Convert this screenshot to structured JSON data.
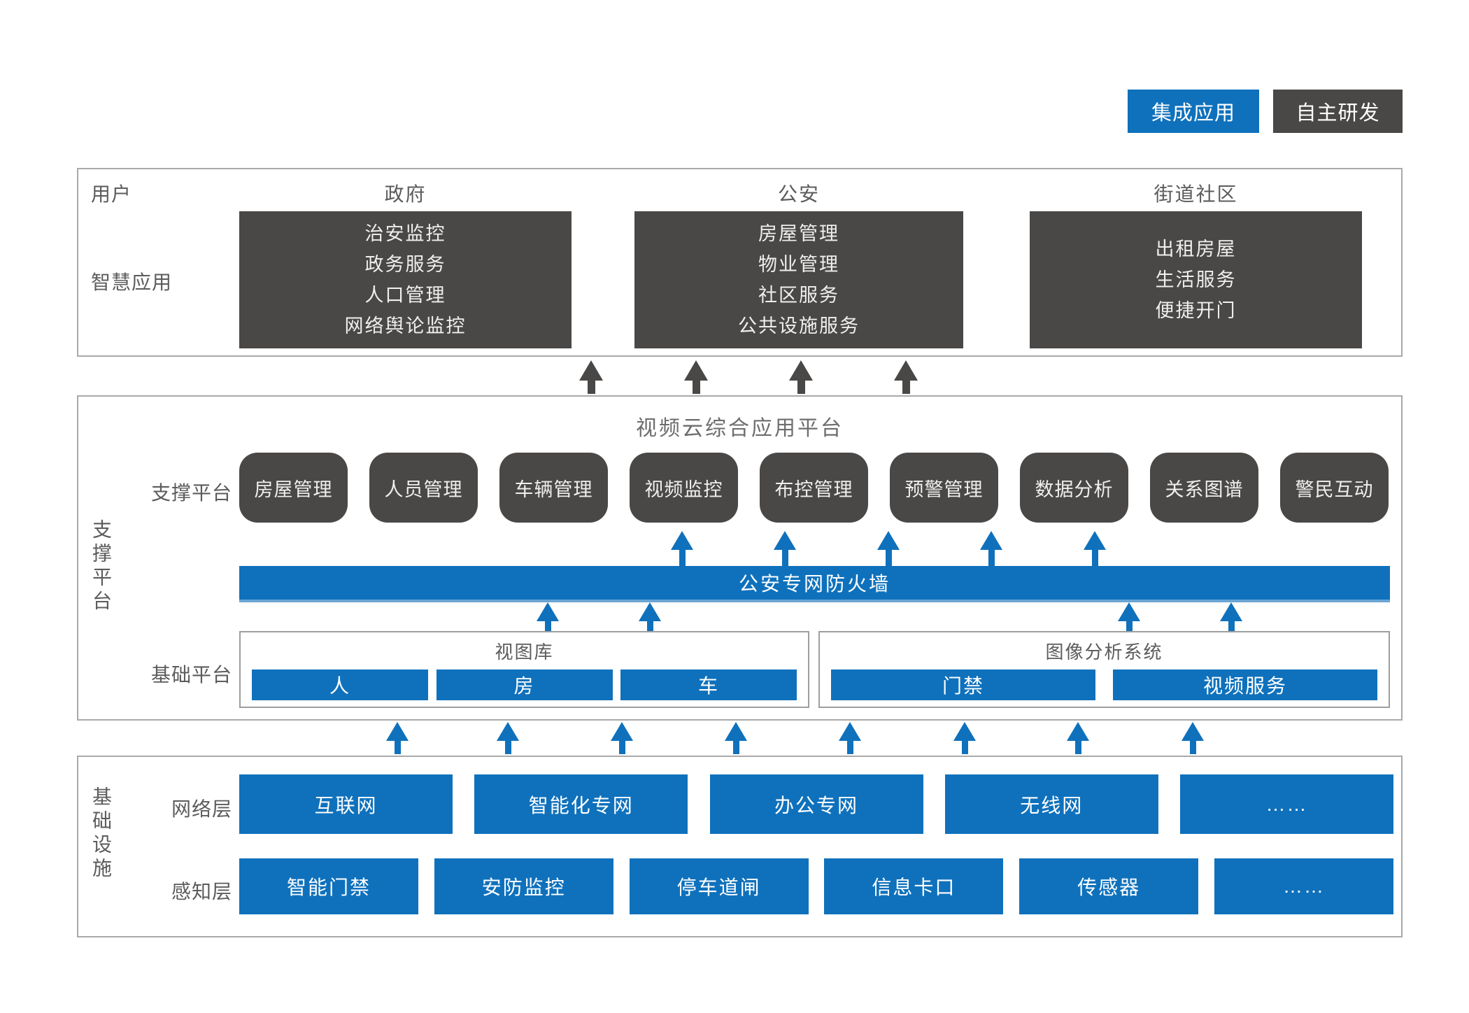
{
  "legend": {
    "integrated": "集成应用",
    "self_developed": "自主研发"
  },
  "colors": {
    "blue": "#0f71bc",
    "dark_gray": "#4a4846",
    "border_gray": "#a9a9a9"
  },
  "user_section": {
    "row_label": "用户",
    "app_label": "智慧应用",
    "columns": [
      {
        "header": "政府",
        "items": [
          "治安监控",
          "政务服务",
          "人口管理",
          "网络舆论监控"
        ]
      },
      {
        "header": "公安",
        "items": [
          "房屋管理",
          "物业管理",
          "社区服务",
          "公共设施服务"
        ]
      },
      {
        "header": "街道社区",
        "items": [
          "出租房屋",
          "生活服务",
          "便捷开门"
        ]
      }
    ]
  },
  "platform_section": {
    "side_label": "支撑平台",
    "title": "视频云综合应用平台",
    "support_row_label": "支撑平台",
    "support_boxes": [
      "房屋管理",
      "人员管理",
      "车辆管理",
      "视频监控",
      "布控管理",
      "预警管理",
      "数据分析",
      "关系图谱",
      "警民互动"
    ],
    "firewall_label": "公安专网防火墙",
    "base_row_label": "基础平台",
    "base_groups": [
      {
        "title": "视图库",
        "items": [
          "人",
          "房",
          "车"
        ]
      },
      {
        "title": "图像分析系统",
        "items": [
          "门禁",
          "视频服务"
        ]
      }
    ]
  },
  "infra_section": {
    "side_label": "基础设施",
    "network_row": {
      "label": "网络层",
      "items": [
        "互联网",
        "智能化专网",
        "办公专网",
        "无线网",
        "……"
      ]
    },
    "sense_row": {
      "label": "感知层",
      "items": [
        "智能门禁",
        "安防监控",
        "停车道闸",
        "信息卡口",
        "传感器",
        "……"
      ]
    }
  }
}
